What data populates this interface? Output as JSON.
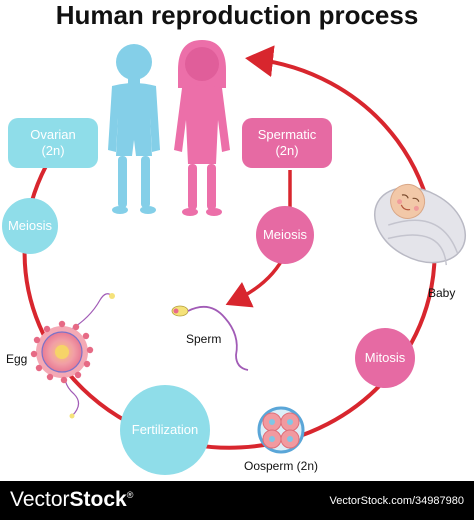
{
  "title": "Human reproduction process",
  "nodes": {
    "ovarian": [
      "Ovarian",
      "(2n)"
    ],
    "spermatic": [
      "Spermatic",
      "(2n)"
    ],
    "meiosis_female": "Meiosis",
    "meiosis_male": "Meiosis",
    "mitosis": "Mitosis",
    "fertilization": "Fertilization"
  },
  "labels": {
    "sperm": "Sperm",
    "egg": "Egg",
    "baby": "Baby",
    "oosperm": "Oosperm (2n)"
  },
  "footer": {
    "brand_a": "Vector",
    "brand_b": "Stock",
    "brand_reg": "®",
    "image_id": "VectorStock.com/34987980"
  },
  "colors": {
    "cyan": "#8FDDE9",
    "pink": "#E66AA3",
    "arrow": "#D8262E",
    "boy": "#84CFE8",
    "girl": "#EC6FA9"
  }
}
